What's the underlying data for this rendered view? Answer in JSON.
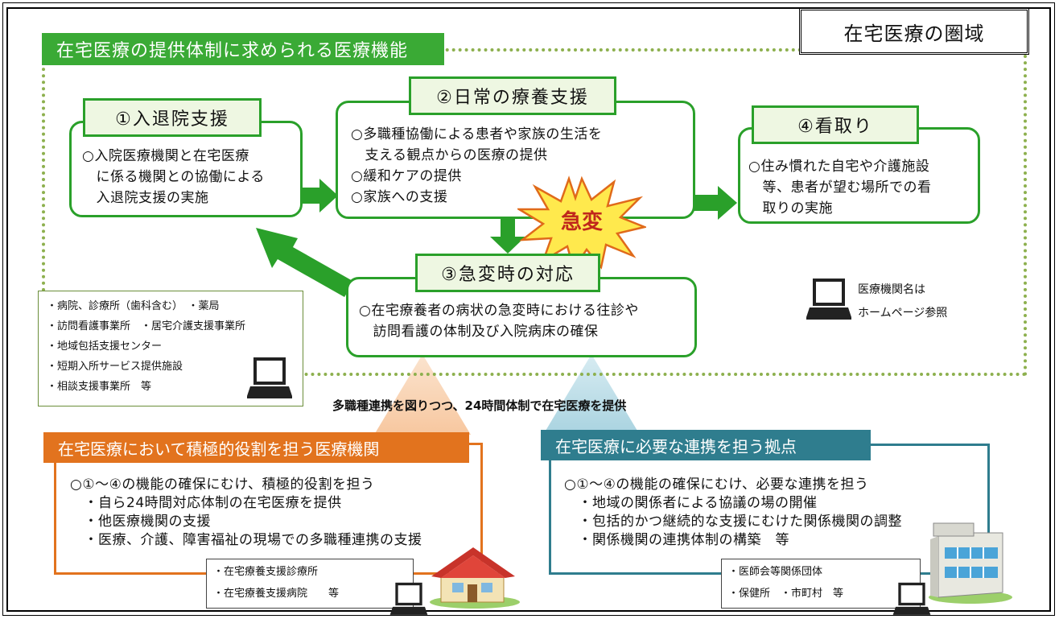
{
  "region_title": "在宅医療の圏域",
  "banner_title": "在宅医療の提供体制に求められる医療機能",
  "box1": {
    "label": "①入退院支援",
    "lines": [
      "○入院医療機関と在宅医療",
      "　に係る機関との協働による",
      "　入退院支援の実施"
    ]
  },
  "box2": {
    "label": "②日常の療養支援",
    "lines": [
      "○多職種協働による患者や家族の生活を",
      "　支える観点からの医療の提供",
      "○緩和ケアの提供",
      "○家族への支援"
    ]
  },
  "box3": {
    "label": "③急変時の対応",
    "lines": [
      "○在宅療養者の病状の急変時における往診や",
      "　訪問看護の体制及び入院病床の確保"
    ]
  },
  "box4": {
    "label": "④看取り",
    "lines": [
      "○住み慣れた自宅や介護施設",
      "　等、患者が望む場所での看",
      "　取りの実施"
    ]
  },
  "burst_label": "急変",
  "facility_list": [
    "・病院、診療所（歯科含む）　・薬局",
    "・訪問看護事業所　・居宅介護支援事業所",
    "・地域包括支援センター",
    "・短期入所サービス提供施設",
    "・相談支援事業所　等"
  ],
  "hp_note": [
    "医療機関名は",
    "ホームページ参照"
  ],
  "center_note": "多職種連携を図りつつ、24時間体制で在宅医療を提供",
  "orange": {
    "title": "在宅医療において積極的役割を担う医療機関",
    "lines": [
      "○①～④の機能の確保にむけ、積極的役割を担う",
      "　・自ら24時間対応体制の在宅医療を提供",
      "　・他医療機関の支援",
      "　・医療、介護、障害福祉の現場での多職種連携の支援"
    ],
    "list": [
      "・在宅療養支援診療所",
      "・在宅療養支援病院　　等"
    ]
  },
  "blue": {
    "title": "在宅医療に必要な連携を担う拠点",
    "lines": [
      "○①～④の機能の確保にむけ、必要な連携を担う",
      "　・地域の関係者による協議の場の開催",
      "　・包括的かつ継続的な支援にむけた関係機関の調整",
      "　・関係機関の連携体制の構築　等"
    ],
    "list": [
      "・医師会等関係団体",
      "・保健所　・市町村　等"
    ]
  },
  "colors": {
    "green": "#3aaa35",
    "orange": "#e2731e",
    "teal": "#2f7d8e",
    "dotted": "#8db04e",
    "burst": "#ffe94d"
  },
  "icons": [
    "computer-icon",
    "house-icon",
    "building-icon",
    "burst-icon",
    "arrow-icon"
  ]
}
